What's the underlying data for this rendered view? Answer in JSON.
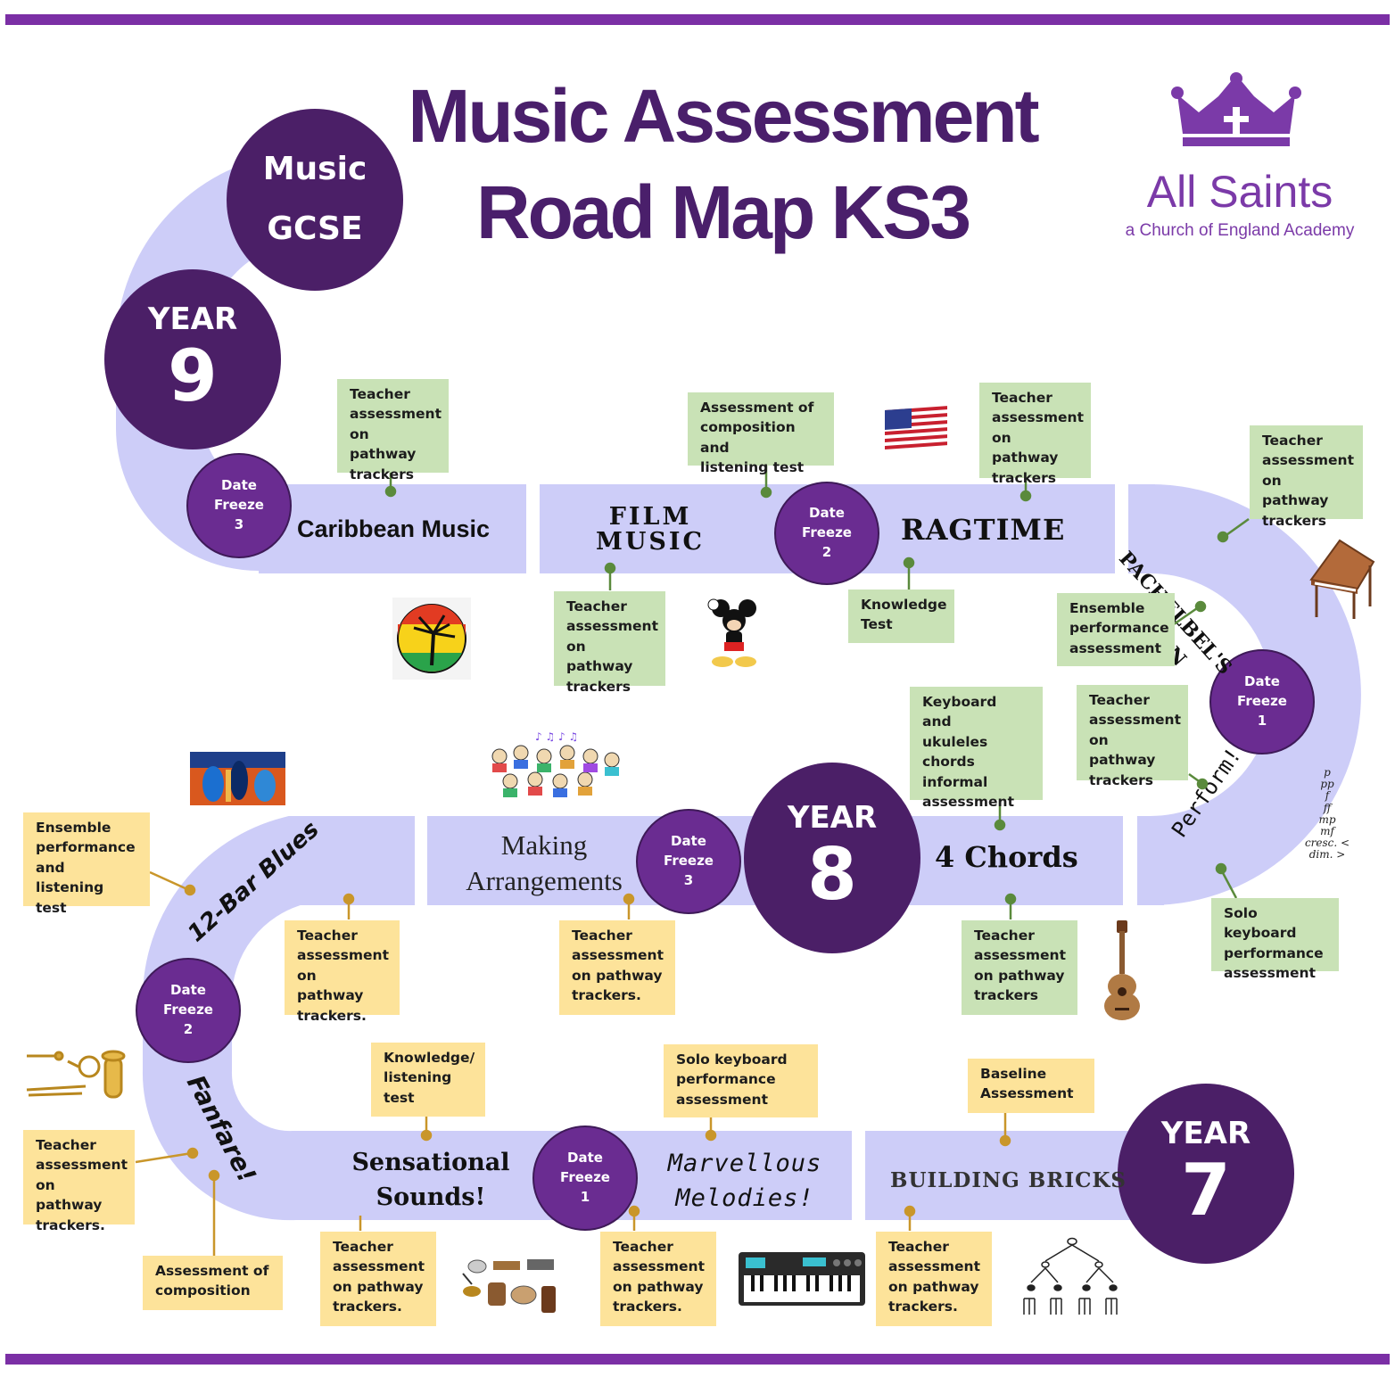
{
  "title": {
    "line1": "Music Assessment",
    "line2": "Road Map KS3"
  },
  "logo": {
    "name": "All Saints",
    "tagline": "a Church of England Academy",
    "icon": "crown-cross-icon"
  },
  "milestones": {
    "gcse": {
      "line1": "Music",
      "line2": "GCSE"
    },
    "year9": {
      "line1": "YEAR",
      "line2": "9"
    },
    "year8": {
      "line1": "YEAR",
      "line2": "8"
    },
    "year7": {
      "line1": "YEAR",
      "line2": "7"
    }
  },
  "date_freeze": {
    "y9_3": [
      "Date",
      "Freeze",
      "3"
    ],
    "y9_2": [
      "Date",
      "Freeze",
      "2"
    ],
    "y9_1": [
      "Date",
      "Freeze",
      "1"
    ],
    "y8_3": [
      "Date",
      "Freeze",
      "3"
    ],
    "y8_2": [
      "Date",
      "Freeze",
      "2"
    ],
    "y7_1": [
      "Date",
      "Freeze",
      "1"
    ]
  },
  "units": {
    "caribbean": "Caribbean Music",
    "film": "FILM\nMUSIC",
    "ragtime": "RAGTIME",
    "pachelbel": "PACHELBEL'S\nCANON",
    "perform": "Perform!",
    "chords": "4 Chords",
    "arrangements": "Making\nArrangements",
    "blues": "12-Bar Blues",
    "fanfare": "Fanfare!",
    "sensational": "Sensational\nSounds!",
    "melodies": "Marvellous\nMelodies!",
    "bricks": "BUILDING BRICKS"
  },
  "notes": {
    "n_carib_top": "Teacher\nassessment\non pathway\ntrackers",
    "n_film_top": "Assessment of\ncomposition and\nlistening test",
    "n_rag_top": "Teacher\nassessment\non pathway\ntrackers",
    "n_pach_top": "Teacher\nassessment\non pathway\ntrackers",
    "n_film_bottom": "Teacher\nassessment\non pathway\ntrackers",
    "n_rag_bottom": "Knowledge\nTest",
    "n_pach_bottom": "Ensemble\nperformance\nassessment",
    "n_chords_top": "Keyboard and\nukuleles\nchords\ninformal\nassessment",
    "n_perform_top": "Teacher\nassessment\non pathway\ntrackers",
    "n_perform_bottom": "Solo keyboard\nperformance\nassessment",
    "n_chords_bottom": "Teacher\nassessment\non pathway\ntrackers",
    "n_blues_left": "Ensemble\nperformance\nand listening\ntest",
    "n_blues_bottom": "Teacher\nassessment\non pathway\ntrackers.",
    "n_arr_bottom": "Teacher\nassessment\non pathway\ntrackers.",
    "n_fanfare_left": "Teacher\nassessment\non pathway\ntrackers.",
    "n_fanfare_bottom": "Assessment of\ncomposition",
    "n_sens_top": "Knowledge/\nlistening\ntest",
    "n_mel_top": "Solo keyboard\nperformance\nassessment",
    "n_bricks_top": "Baseline\nAssessment",
    "n_sens_bottom": "Teacher\nassessment\non pathway\ntrackers.",
    "n_mel_bottom": "Teacher\nassessment\non pathway\ntrackers.",
    "n_bricks_bottom": "Teacher\nassessment\non pathway\ntrackers."
  },
  "dynamics": [
    "p",
    "pp",
    "f",
    "ff",
    "mp",
    "mf",
    "cresc. <",
    "dim. >"
  ],
  "colors": {
    "purple_dark": "#4b1f67",
    "purple_mid": "#6a2c91",
    "purple_bar": "#7b2fa5",
    "track": "#cdcdf8",
    "note_green": "#c9e2b6",
    "note_yellow": "#fde39a",
    "pin_green": "#5a8a3c",
    "pin_yellow": "#c9962a"
  }
}
